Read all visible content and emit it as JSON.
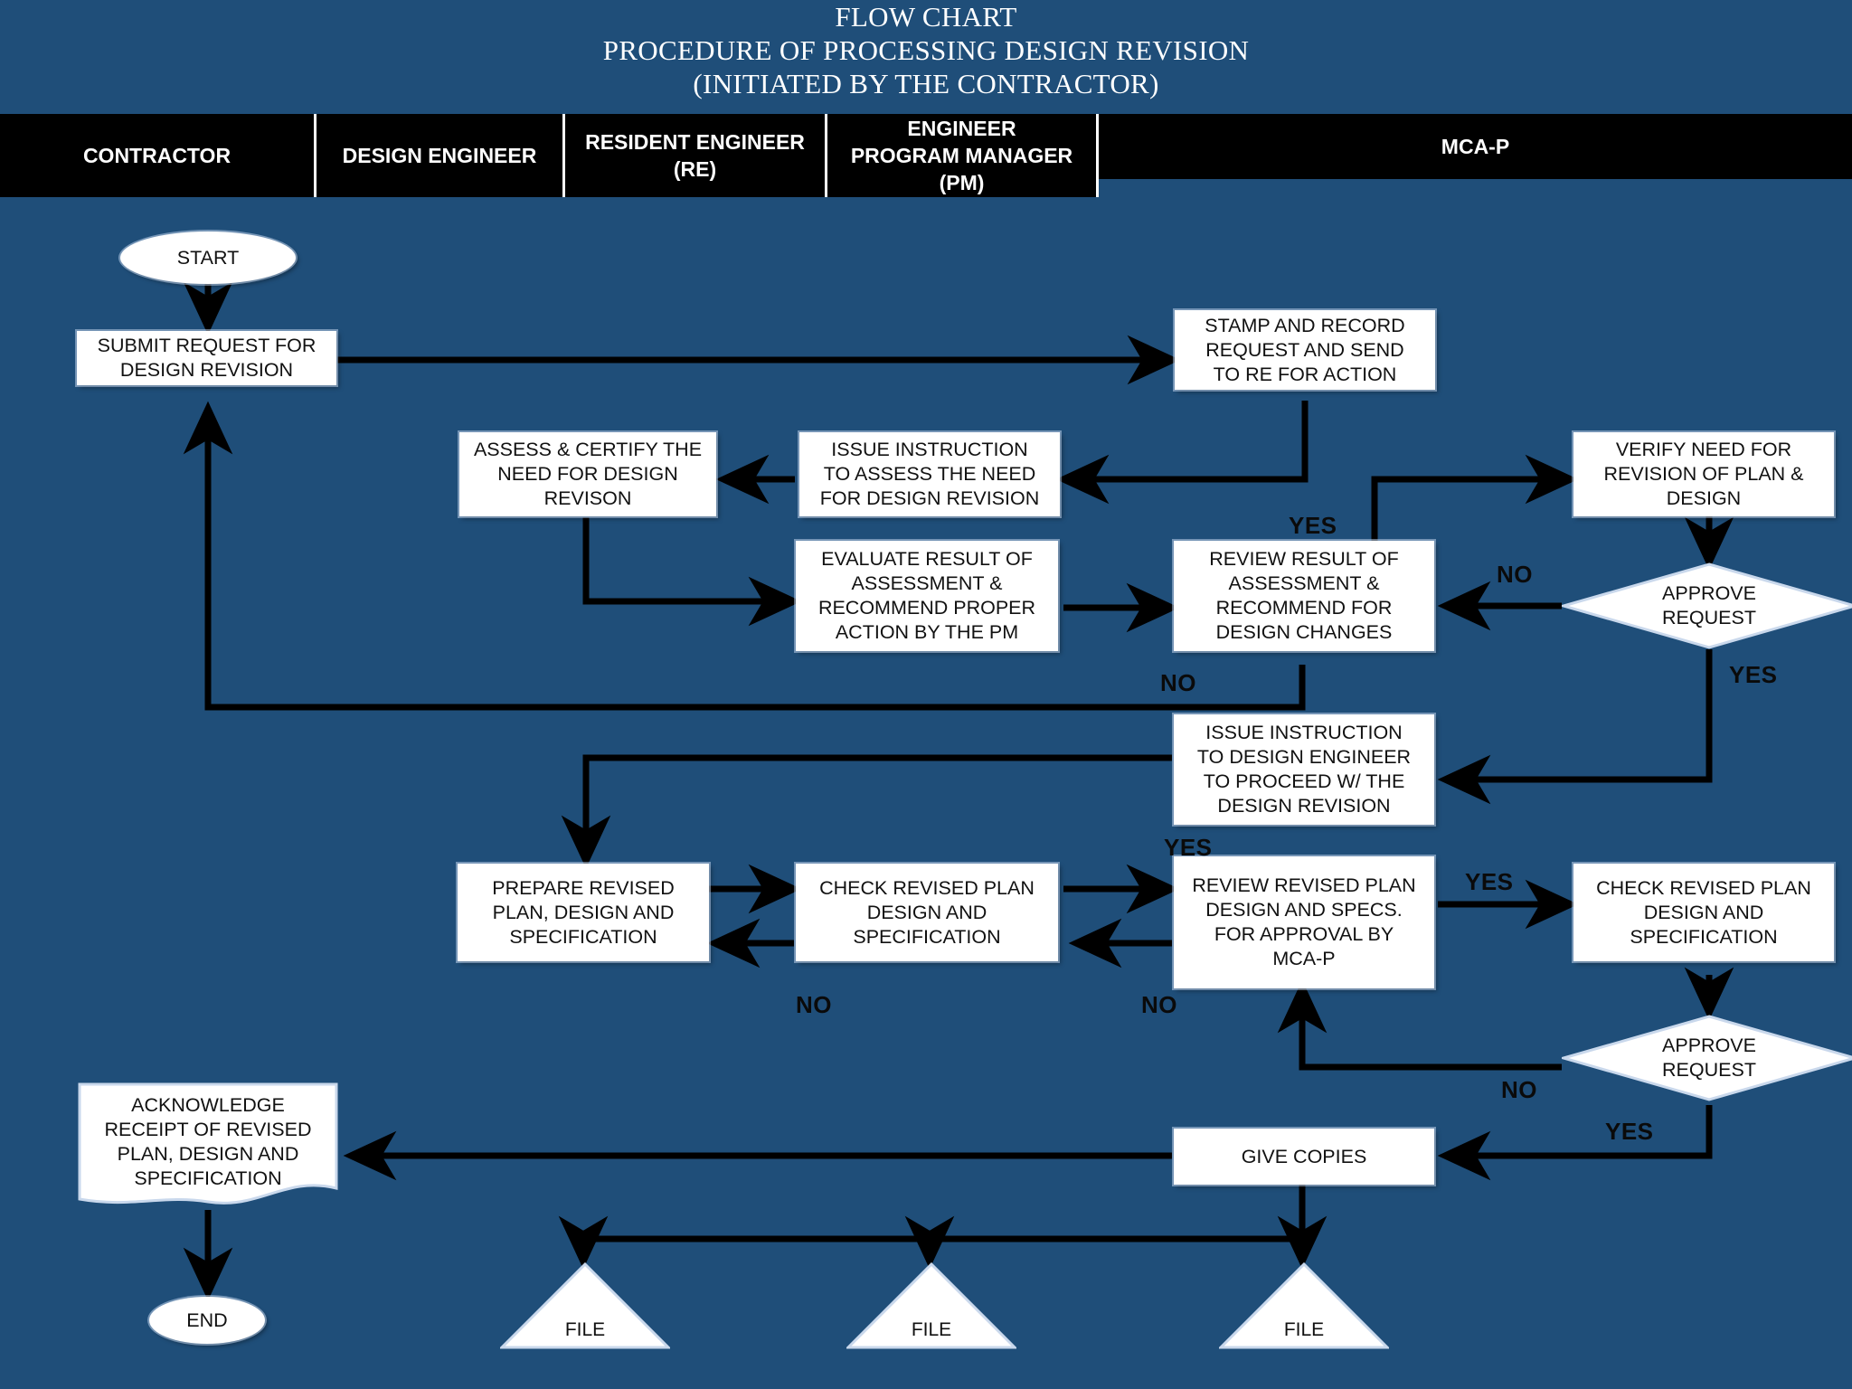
{
  "title": {
    "line1": "FLOW CHART",
    "line2": "PROCEDURE OF PROCESSING DESIGN REVISION",
    "line3": "(INITIATED BY THE CONTRACTOR)"
  },
  "colors": {
    "background": "#1F4E79",
    "header_bar": "#000000",
    "header_text": "#FFFFFF",
    "node_fill": "#FFFFFF",
    "node_text": "#111111",
    "connector": "#000000"
  },
  "lanes": [
    {
      "label": "CONTRACTOR"
    },
    {
      "label": "DESIGN ENGINEER"
    },
    {
      "label": "RESIDENT ENGINEER (RE)"
    },
    {
      "label": "ENGINEER\nPROGRAM MANAGER (PM)"
    },
    {
      "label": "MCA-P"
    }
  ],
  "lane_labels": {
    "contractor": "CONTRACTOR",
    "design_engineer": "DESIGN ENGINEER",
    "resident_engineer": "RESIDENT ENGINEER (RE)",
    "engineer_pm_line1": "ENGINEER",
    "engineer_pm_line2": "PROGRAM MANAGER (PM)",
    "mca_p": "MCA-P"
  },
  "nodes": {
    "start": {
      "label": "START",
      "shape": "ellipse",
      "lane": "CONTRACTOR"
    },
    "submit_request": {
      "label": "SUBMIT REQUEST FOR DESIGN REVISION",
      "shape": "process",
      "lane": "CONTRACTOR"
    },
    "stamp_record": {
      "label": "STAMP AND RECORD REQUEST AND SEND TO RE FOR ACTION",
      "shape": "process",
      "lane": "ENGINEER PROGRAM MANAGER (PM)"
    },
    "assess_certify": {
      "label": "ASSESS & CERTIFY THE NEED FOR DESIGN REVISON",
      "shape": "process",
      "lane": "DESIGN ENGINEER"
    },
    "issue_instruction_assess": {
      "label": "ISSUE INSTRUCTION TO ASSESS THE NEED FOR DESIGN REVISION",
      "shape": "process",
      "lane": "RESIDENT ENGINEER (RE)"
    },
    "verify_need": {
      "label": "VERIFY NEED FOR REVISION OF PLAN & DESIGN",
      "shape": "process",
      "lane": "MCA-P"
    },
    "evaluate_result": {
      "label": "EVALUATE RESULT OF ASSESSMENT & RECOMMEND PROPER ACTION BY THE PM",
      "shape": "process",
      "lane": "RESIDENT ENGINEER (RE)"
    },
    "review_result": {
      "label": "REVIEW RESULT OF ASSESSMENT & RECOMMEND FOR DESIGN CHANGES",
      "shape": "process",
      "lane": "ENGINEER PROGRAM MANAGER (PM)"
    },
    "approve_request_1": {
      "label": "APPROVE REQUEST",
      "shape": "decision",
      "lane": "MCA-P"
    },
    "issue_instruction_proceed": {
      "label": "ISSUE INSTRUCTION TO DESIGN ENGINEER TO PROCEED W/ THE DESIGN REVISION",
      "shape": "process",
      "lane": "ENGINEER PROGRAM MANAGER (PM)"
    },
    "prepare_revised": {
      "label": "PREPARE REVISED PLAN, DESIGN AND SPECIFICATION",
      "shape": "process",
      "lane": "DESIGN ENGINEER"
    },
    "check_revised_re": {
      "label": "CHECK REVISED PLAN DESIGN AND SPECIFICATION",
      "shape": "process",
      "lane": "RESIDENT ENGINEER (RE)"
    },
    "review_revised": {
      "label": "REVIEW REVISED PLAN DESIGN AND SPECS. FOR APPROVAL BY MCA-P",
      "shape": "process",
      "lane": "ENGINEER PROGRAM MANAGER (PM)"
    },
    "check_revised_mcap": {
      "label": "CHECK REVISED PLAN DESIGN AND SPECIFICATION",
      "shape": "process",
      "lane": "MCA-P"
    },
    "approve_request_2": {
      "label": "APPROVE REQUEST",
      "shape": "decision",
      "lane": "MCA-P"
    },
    "give_copies": {
      "label": "GIVE COPIES",
      "shape": "process",
      "lane": "ENGINEER PROGRAM MANAGER (PM)"
    },
    "acknowledge_receipt": {
      "label": "ACKNOWLEDGE RECEIPT OF REVISED PLAN, DESIGN AND SPECIFICATION",
      "shape": "document",
      "lane": "CONTRACTOR"
    },
    "end": {
      "label": "END",
      "shape": "ellipse",
      "lane": "CONTRACTOR"
    },
    "file_1": {
      "label": "FILE",
      "shape": "triangle"
    },
    "file_2": {
      "label": "FILE",
      "shape": "triangle"
    },
    "file_3": {
      "label": "FILE",
      "shape": "triangle"
    }
  },
  "node_text": {
    "start": "START",
    "end": "END",
    "submit_l1": "SUBMIT REQUEST FOR",
    "submit_l2": "DESIGN REVISION",
    "stamp_l1": "STAMP AND RECORD",
    "stamp_l2": "REQUEST AND SEND",
    "stamp_l3": "TO RE FOR ACTION",
    "assess_l1": "ASSESS & CERTIFY THE",
    "assess_l2": "NEED FOR DESIGN",
    "assess_l3": "REVISON",
    "issue_assess_l1": "ISSUE INSTRUCTION",
    "issue_assess_l2": "TO ASSESS THE NEED",
    "issue_assess_l3": "FOR DESIGN REVISION",
    "verify_l1": "VERIFY NEED FOR",
    "verify_l2": "REVISION OF PLAN &",
    "verify_l3": "DESIGN",
    "evaluate_l1": "EVALUATE RESULT OF",
    "evaluate_l2": "ASSESSMENT &",
    "evaluate_l3": "RECOMMEND PROPER",
    "evaluate_l4": "ACTION BY THE PM",
    "review_result_l1": "REVIEW RESULT OF",
    "review_result_l2": "ASSESSMENT &",
    "review_result_l3": "RECOMMEND FOR",
    "review_result_l4": "DESIGN CHANGES",
    "approve_l1": "APPROVE",
    "approve_l2": "REQUEST",
    "issue_proceed_l1": "ISSUE INSTRUCTION",
    "issue_proceed_l2": "TO DESIGN ENGINEER",
    "issue_proceed_l3": "TO PROCEED W/ THE",
    "issue_proceed_l4": "DESIGN REVISION",
    "prepare_l1": "PREPARE REVISED",
    "prepare_l2": "PLAN, DESIGN AND",
    "prepare_l3": "SPECIFICATION",
    "check_l1": "CHECK REVISED PLAN",
    "check_l2": "DESIGN AND",
    "check_l3": "SPECIFICATION",
    "review_revised_l1": "REVIEW REVISED PLAN",
    "review_revised_l2": "DESIGN AND SPECS.",
    "review_revised_l3": "FOR APPROVAL BY",
    "review_revised_l4": "MCA-P",
    "give_copies": "GIVE COPIES",
    "ack_l1": "ACKNOWLEDGE",
    "ack_l2": "RECEIPT OF REVISED",
    "ack_l3": "PLAN, DESIGN AND",
    "ack_l4": "SPECIFICATION",
    "file": "FILE"
  },
  "connector_labels": {
    "yes_verify_loop": "YES",
    "no_approve1": "NO",
    "yes_approve1": "YES",
    "no_review_result": "NO",
    "yes_issue_proceed": "YES",
    "no_check_re": "NO",
    "no_review_revised": "NO",
    "yes_review_revised": "YES",
    "no_approve2": "NO",
    "yes_approve2": "YES"
  }
}
